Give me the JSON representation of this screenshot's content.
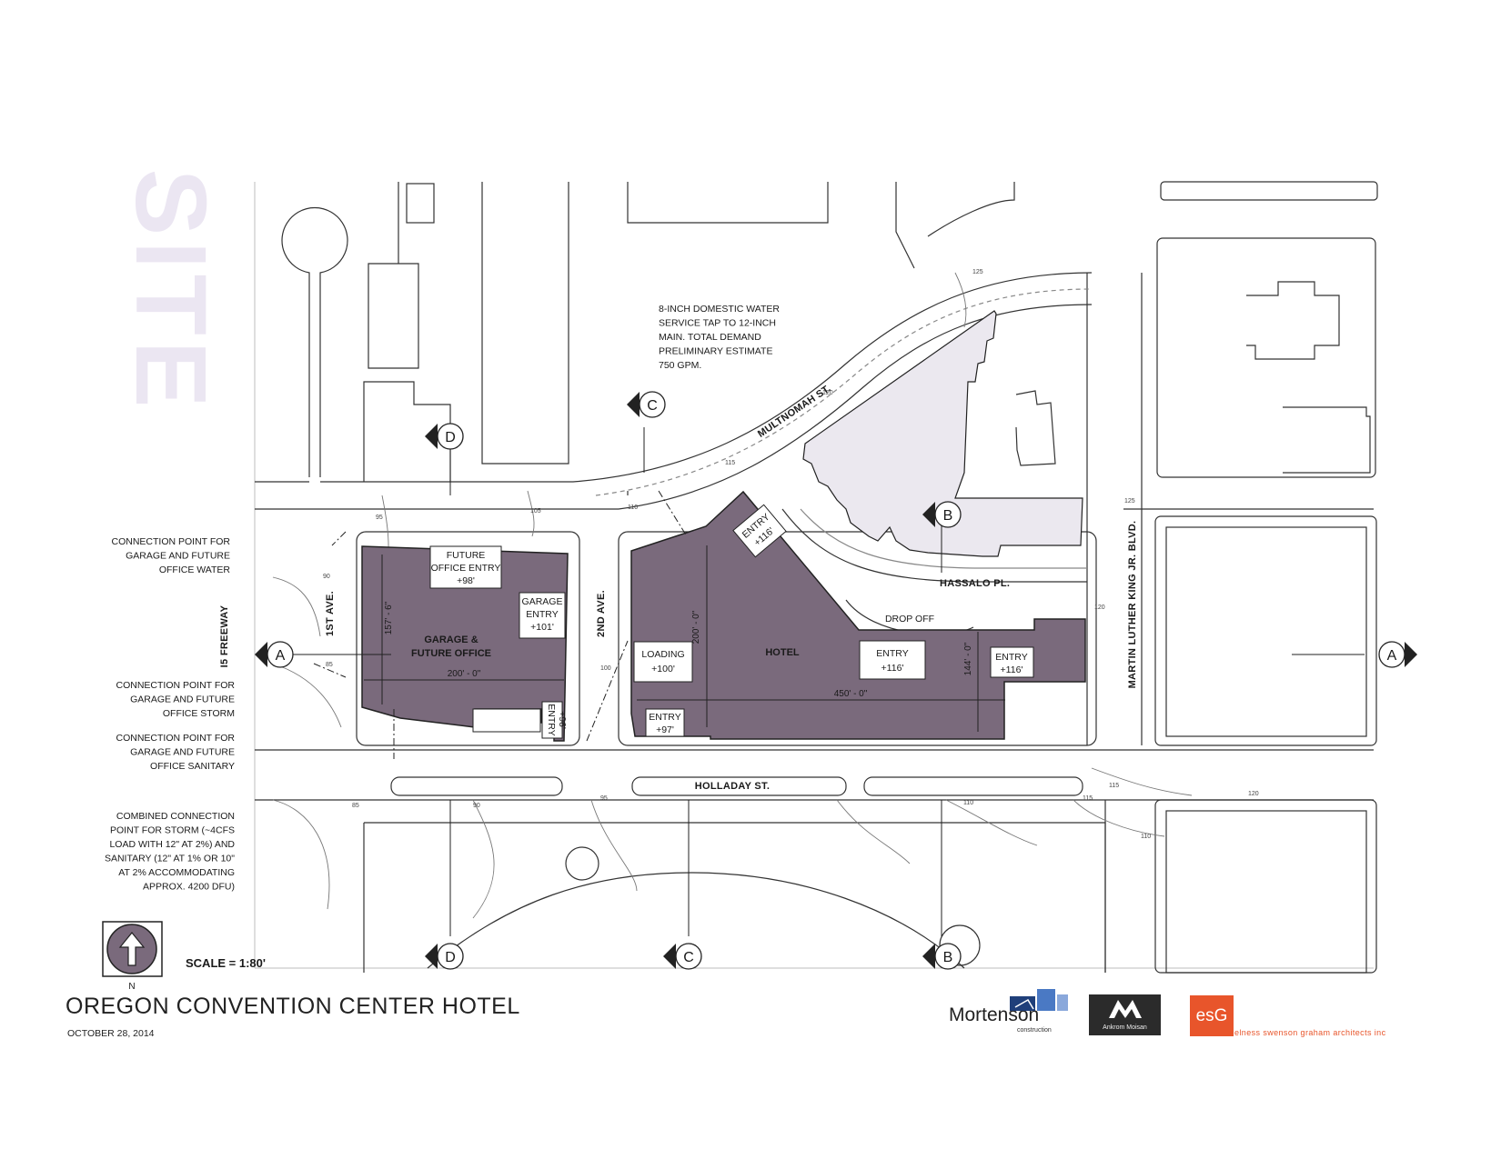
{
  "watermark": "SITE",
  "title": "OREGON CONVENTION CENTER HOTEL",
  "date": "OCTOBER 28, 2014",
  "scale": "SCALE = 1:80'",
  "north": "N",
  "water_note": [
    "8-INCH DOMESTIC WATER",
    "SERVICE TAP TO 12-INCH",
    "MAIN.  TOTAL DEMAND",
    "PRELIMINARY ESTIMATE",
    "750 GPM."
  ],
  "left_notes": {
    "water": [
      "CONNECTION POINT FOR",
      "GARAGE AND FUTURE",
      "OFFICE WATER"
    ],
    "storm": [
      "CONNECTION POINT FOR",
      "GARAGE AND FUTURE",
      "OFFICE STORM"
    ],
    "sanitary": [
      "CONNECTION POINT FOR",
      "GARAGE AND FUTURE",
      "OFFICE SANITARY"
    ],
    "combined": [
      "COMBINED CONNECTION",
      "POINT FOR STORM (~4CFS",
      "LOAD WITH 12\" AT 2%) AND",
      "SANITARY (12\" AT 1% OR 10\"",
      "AT 2% ACCOMMODATING",
      "APPROX. 4200 DFU)"
    ]
  },
  "streets": {
    "freeway": "I5 FREEWAY",
    "first_ave": "1ST AVE.",
    "second_ave": "2ND AVE.",
    "multnomah": "MULTNOMAH ST.",
    "hassalo": "HASSALO PL.",
    "holladay": "HOLLADAY ST.",
    "mlk": "MARTIN LUTHER KING JR. BLVD."
  },
  "buildings": {
    "garage": [
      "GARAGE &",
      "FUTURE OFFICE"
    ],
    "hotel": "HOTEL",
    "drop_off": "DROP OFF"
  },
  "labels": {
    "future_office_entry": [
      "FUTURE",
      "OFFICE ENTRY",
      "+98'"
    ],
    "garage_entry": [
      "GARAGE",
      "ENTRY",
      "+101'"
    ],
    "garage_entry_side": [
      "ENTRY",
      "+96'"
    ],
    "loading": [
      "LOADING",
      "+100'"
    ],
    "entry_97": [
      "ENTRY",
      "+97'"
    ],
    "entry_116_a": [
      "ENTRY",
      "+116'"
    ],
    "entry_116_b": [
      "ENTRY",
      "+116'"
    ],
    "entry_116_diag": [
      "ENTRY",
      "+116'"
    ]
  },
  "dimensions": {
    "garage_depth": "157' - 6\"",
    "garage_width": "200' - 0\"",
    "hotel_depth": "200' - 0\"",
    "hotel_width": "450' - 0\"",
    "hotel_east_depth": "144' - 0\""
  },
  "contours": [
    "125",
    "120",
    "115",
    "110",
    "105",
    "95",
    "90",
    "85",
    "100",
    "125",
    "120",
    "115",
    "110",
    "110",
    "95",
    "120",
    "115",
    "85",
    "90"
  ],
  "markers": [
    "A",
    "A",
    "B",
    "B",
    "C",
    "C",
    "D",
    "D"
  ],
  "logos": {
    "mortenson": "Mortenson",
    "mortenson_sub": "construction",
    "ankrom_sub": "Ankrom Moisan",
    "esg": "esG",
    "esg_sub": "elness swenson graham architects inc"
  },
  "colors": {
    "building_fill": "#7a6a7c",
    "building_stroke": "#222222",
    "watermark": "#ebe6f2",
    "line": "#333333"
  }
}
